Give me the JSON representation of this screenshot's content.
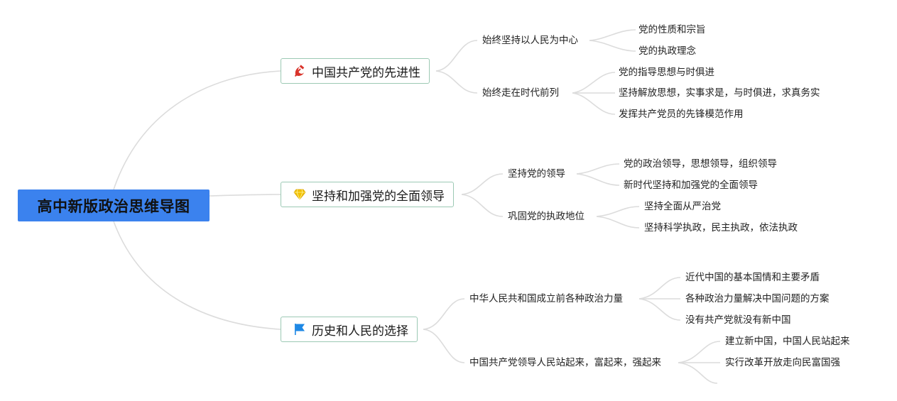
{
  "root": {
    "label": "高中新版政治思维导图"
  },
  "branches": [
    {
      "label": "中国共产党的先进性",
      "icon": "hammer-sickle-icon",
      "children": [
        {
          "label": "始终坚持以人民为中心",
          "children": [
            "党的性质和宗旨",
            "党的执政理念"
          ]
        },
        {
          "label": "始终走在时代前列",
          "children": [
            "党的指导思想与时俱进",
            "坚持解放思想，实事求是，与时俱进，求真务实",
            "发挥共产党员的先锋模范作用"
          ]
        }
      ]
    },
    {
      "label": "坚持和加强党的全面领导",
      "icon": "diamond-icon",
      "children": [
        {
          "label": "坚持党的领导",
          "children": [
            "党的政治领导，思想领导，组织领导",
            "新时代坚持和加强党的全面领导"
          ]
        },
        {
          "label": "巩固党的执政地位",
          "children": [
            "坚持全面从严治党",
            "坚持科学执政，民主执政，依法执政"
          ]
        }
      ]
    },
    {
      "label": "历史和人民的选择",
      "icon": "flag-icon",
      "children": [
        {
          "label": "中华人民共和国成立前各种政治力量",
          "children": [
            "近代中国的基本国情和主要矛盾",
            "各种政治力量解决中国问题的方案",
            "没有共产党就没有新中国"
          ]
        },
        {
          "label": "中国共产党领导人民站起来，富起来，强起来",
          "children": [
            "建立新中国，中国人民站起来",
            "实行改革开放走向民富国强",
            ""
          ]
        }
      ]
    }
  ],
  "colors": {
    "root_fill": "#3b82ee",
    "main_border": "#9cc9b4",
    "connector": "#dcdcdc",
    "hammer_sickle": "#d9342b",
    "diamond": "#f2c200",
    "flag": "#1e88e5"
  }
}
